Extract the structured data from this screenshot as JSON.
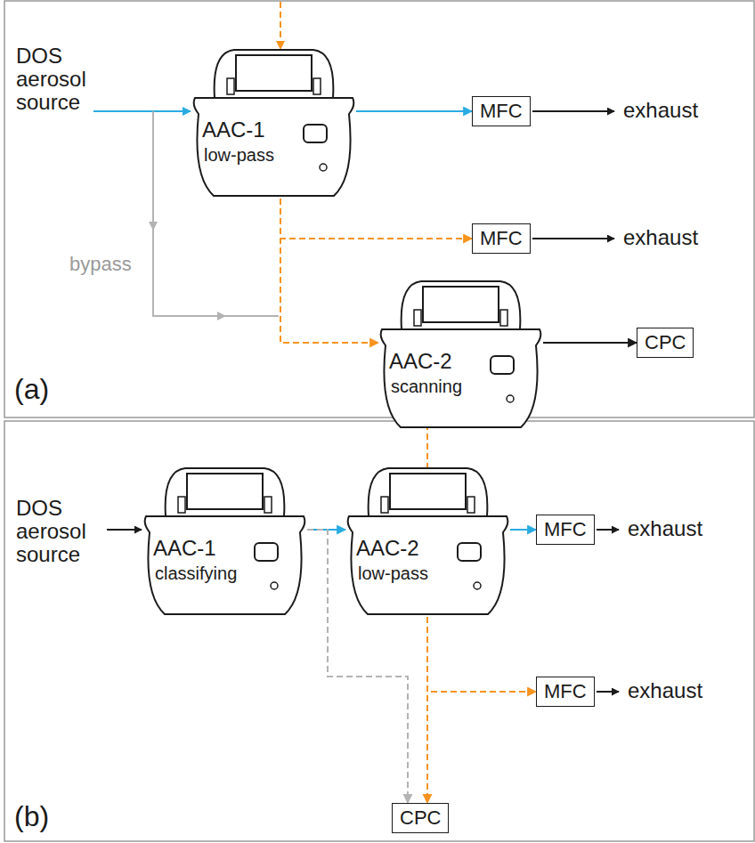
{
  "diagram": {
    "nodes": [
      {
        "text": [
          "AAC-1",
          "low-pass"
        ]
      },
      {
        "text": [
          "MFC"
        ]
      },
      {
        "text": [
          "MFC"
        ]
      },
      {
        "text": [
          "AAC-2",
          "scanning"
        ]
      },
      {
        "text": [
          "CPC"
        ]
      },
      {
        "text": [
          "AAC-1",
          "classifying"
        ]
      },
      {
        "text": [
          "AAC-2",
          "low-pass"
        ]
      },
      {
        "text": [
          "MFC"
        ]
      },
      {
        "text": [
          "MFC"
        ]
      },
      {
        "text": [
          "CPC"
        ]
      }
    ],
    "edges": [
      {
        "from": 0,
        "to": 1,
        "arrow": "to"
      },
      {
        "from": 0,
        "to": 2,
        "arrow": "to"
      },
      {
        "from": 0,
        "to": 3,
        "arrow": "to"
      },
      {
        "from": 3,
        "to": 4,
        "arrow": "to"
      },
      {
        "from": 5,
        "to": 6,
        "arrow": "to"
      },
      {
        "from": 5,
        "to": 9,
        "arrow": "to"
      },
      {
        "from": 6,
        "to": 7,
        "arrow": "to"
      },
      {
        "from": 6,
        "to": 8,
        "arrow": "to"
      },
      {
        "from": 6,
        "to": 9,
        "arrow": "to"
      }
    ],
    "labels": [
      "DOS aerosol source",
      "exhaust",
      "exhaust",
      "bypass",
      "(a)",
      "DOS aerosol source",
      "exhaust",
      "exhaust",
      "(b)"
    ]
  }
}
